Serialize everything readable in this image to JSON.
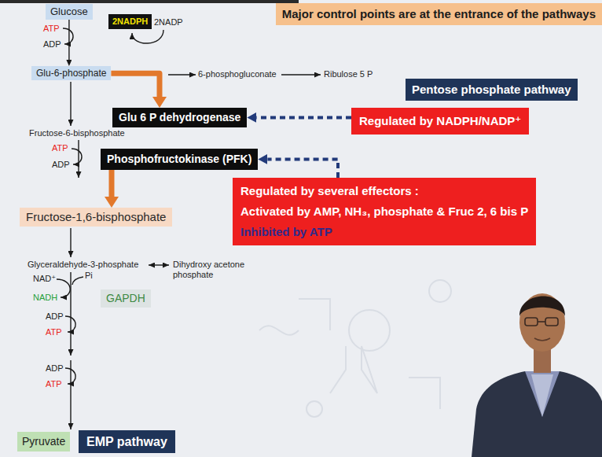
{
  "diagram": {
    "nodes": [
      {
        "text": [
          "Glucose"
        ]
      },
      {
        "text": [
          "2NADPH"
        ]
      },
      {
        "text": [
          "Major control points are at the entrance of the pathways"
        ]
      },
      {
        "text": [
          "Glu-6-phosphate"
        ]
      },
      {
        "text": [
          "Pentose phosphate pathway"
        ]
      },
      {
        "text": [
          "Glu 6 P dehydrogenase"
        ]
      },
      {
        "text": [
          "Regulated by NADPH/NADP⁺"
        ]
      },
      {
        "text": [
          "Phosphofructokinase (PFK)"
        ]
      },
      {
        "text": [
          "Regulated by several effectors :",
          "Activated by AMP, NH₃, phosphate & Fruc 2, 6 bis P",
          "Inhibited by ATP"
        ]
      },
      {
        "text": [
          "Fructose-1,6-bisphosphate"
        ]
      },
      {
        "text": [
          "GAPDH"
        ]
      },
      {
        "text": [
          "Pyruvate"
        ]
      },
      {
        "text": [
          "EMP pathway"
        ]
      }
    ],
    "edges": [
      {
        "from": 0,
        "to": 3,
        "arrow": "to"
      },
      {
        "from": 3,
        "to": 5,
        "arrow": "to"
      },
      {
        "from": 6,
        "to": 5,
        "arrow": "to"
      },
      {
        "from": 8,
        "to": 7,
        "arrow": "to"
      },
      {
        "from": 7,
        "to": 9,
        "arrow": "to"
      }
    ],
    "labels": [
      "ATP",
      "ADP",
      "2NADP",
      "6-phosphogluconate",
      "Ribulose 5 P",
      "Fructose-6-bisphosphate",
      "ATP",
      "ADP",
      "Glyceraldehyde-3-phosphate",
      "Dihydroxy acetone phosphate",
      "NAD⁺",
      "Pi",
      "NADH",
      "ADP",
      "ATP",
      "ADP",
      "ATP"
    ]
  }
}
